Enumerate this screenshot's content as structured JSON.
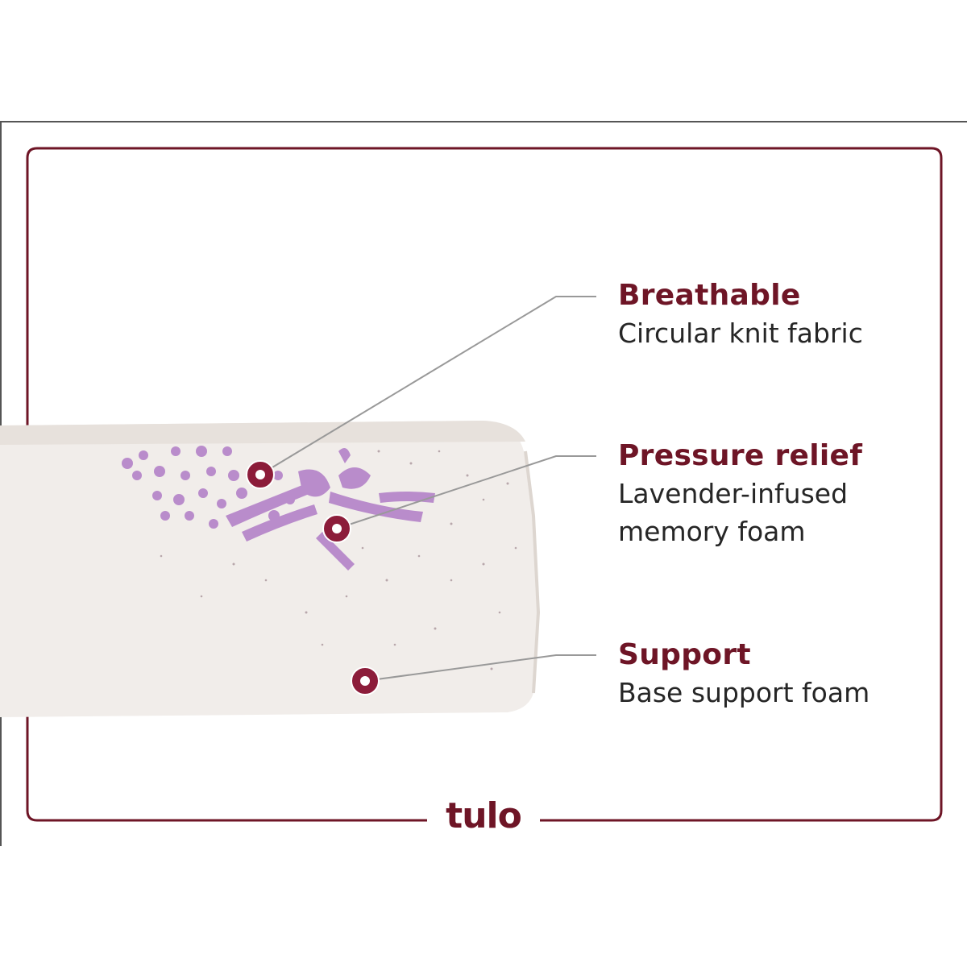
{
  "brand": {
    "logo_text": "tulo",
    "accent_color": "#6e1526",
    "frame_color": "#6e1526"
  },
  "callouts": [
    {
      "title": "Breathable",
      "desc_lines": [
        "Circular knit fabric"
      ]
    },
    {
      "title": "Pressure relief",
      "desc_lines": [
        "Lavender-infused",
        "memory foam"
      ]
    },
    {
      "title": "Support",
      "desc_lines": [
        "Base support foam"
      ]
    }
  ],
  "image": {
    "subject": "mattress-cross-section",
    "decoration": "lavender-flower-graphic",
    "marker_icon": "target-marker-icon"
  }
}
